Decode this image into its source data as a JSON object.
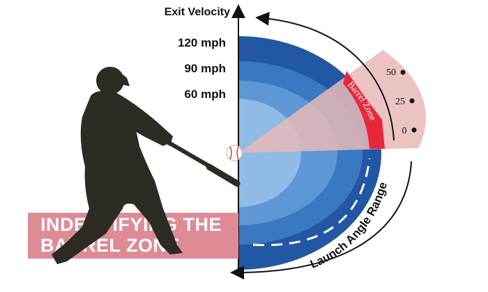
{
  "diagram": {
    "axis_title": "Exit Velocity",
    "speed_labels": [
      "120 mph",
      "90 mph",
      "60 mph"
    ],
    "angle_labels": [
      "50",
      "25",
      "0"
    ],
    "barrel_zone_label": "Barrel Zone",
    "arc_label": "Launch Angle Range",
    "banner_lines": [
      "INDENTIFYING THE",
      "BARREL ZONE"
    ]
  },
  "colors": {
    "ring_outer": "#2257a3",
    "ring_2": "#3a78c2",
    "ring_3": "#5e97d6",
    "ring_inner": "#8fbbe6",
    "launch_band": "#e8b8b8",
    "barrel_zone": "#e8283a",
    "banner_bg": "#de8b96",
    "silhouette": "#2c2c24",
    "ink": "#111111"
  },
  "icons": [
    "baseball-icon",
    "batter-silhouette"
  ]
}
